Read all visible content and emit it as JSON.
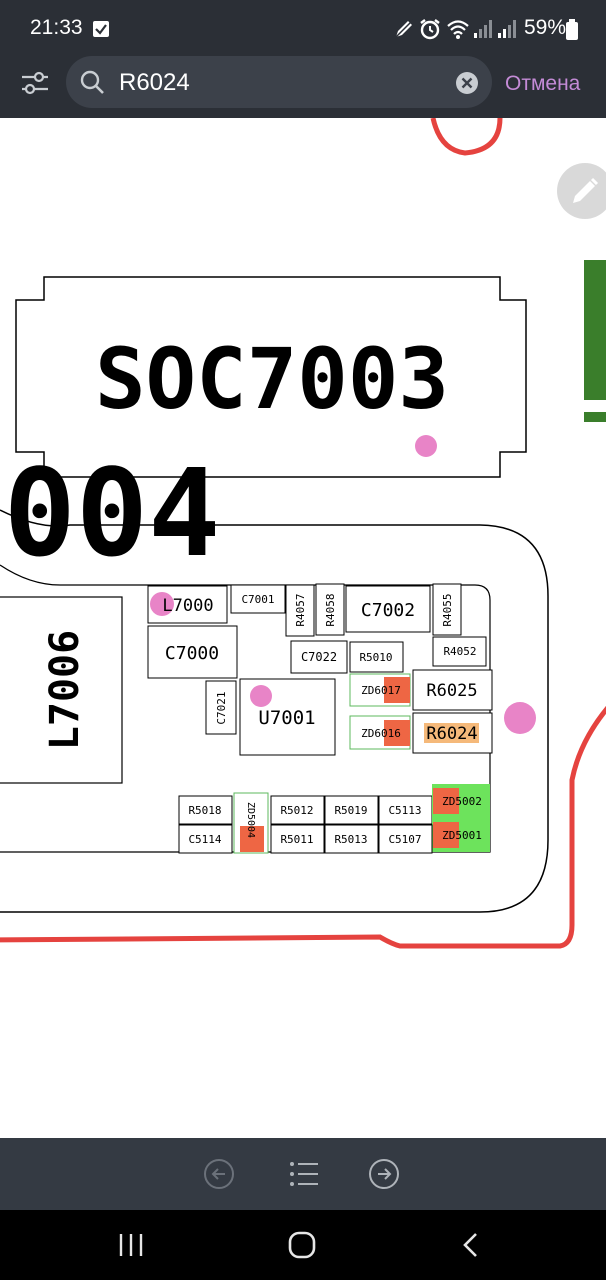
{
  "status_bar": {
    "time": "21:33",
    "battery": "59%",
    "icons": [
      "notification-check-icon",
      "pen-icon",
      "alarm-icon",
      "wifi-icon",
      "signal-icon",
      "signal-icon",
      "battery-icon"
    ]
  },
  "search": {
    "query": "R6024",
    "cancel_label": "Отмена"
  },
  "board": {
    "big_labels": {
      "soc": "SOC7003",
      "partial": "004",
      "l7006": "L7006"
    },
    "components": {
      "L7000": "L7000",
      "C7001": "C7001",
      "R4057": "R4057",
      "R4058": "R4058",
      "C7002": "C7002",
      "R4055": "R4055",
      "C7000": "C7000",
      "C7022": "C7022",
      "R5010": "R5010",
      "R4052": "R4052",
      "C7021": "C7021",
      "U7001": "U7001",
      "ZD6017": "ZD6017",
      "R6025": "R6025",
      "ZD6016": "ZD6016",
      "R6024": "R6024",
      "R5018": "R5018",
      "ZD5004": "ZD5004",
      "R5012": "R5012",
      "R5019": "R5019",
      "C5113": "C5113",
      "ZD5002": "ZD5002",
      "C5114": "C5114",
      "R5011": "R5011",
      "R5013": "R5013",
      "C5107": "C5107",
      "ZD5001": "ZD5001"
    },
    "colors": {
      "outline": "#000000",
      "trace_red": "#e5433f",
      "marker_pink": "#e884c7",
      "pad_red": "#ee6644",
      "pad_green": "#6de35c",
      "highlight": "#f5b97a"
    }
  },
  "toolbar": {
    "icons": [
      "prev-icon",
      "list-icon",
      "next-icon"
    ]
  },
  "navigation": {
    "icons": [
      "recent-apps-icon",
      "home-icon",
      "back-icon"
    ]
  }
}
